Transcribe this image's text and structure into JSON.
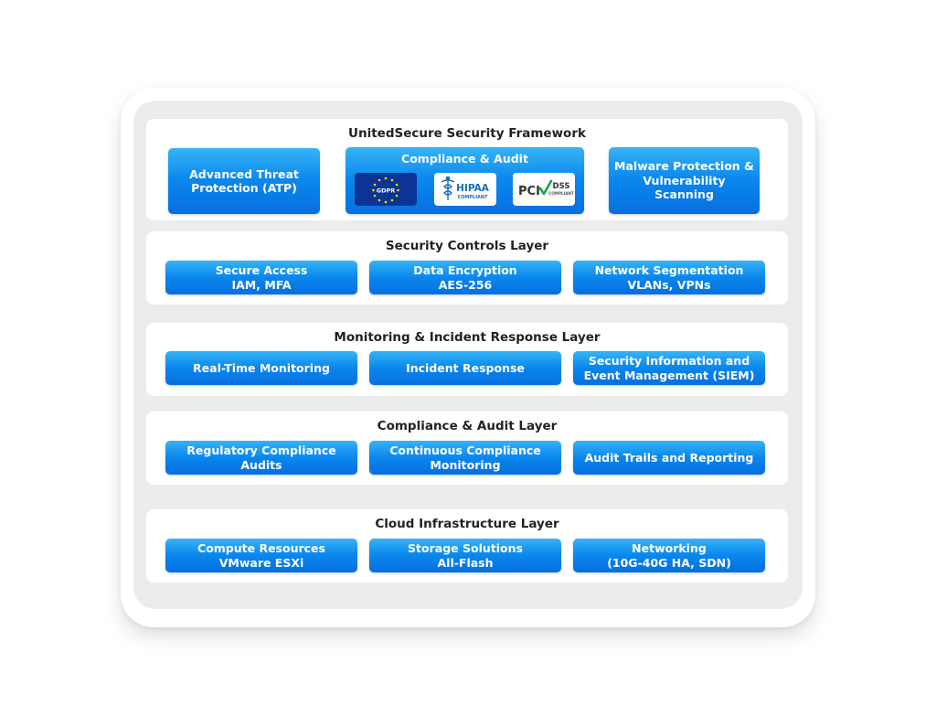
{
  "framework": {
    "title": "UnitedSecure Security Framework",
    "atp": [
      "Advanced Threat",
      "Protection (ATP)"
    ],
    "compliance_title": "Compliance & Audit",
    "logos": {
      "gdpr": "GDPR",
      "hipaa": "HIPAA",
      "hipaa_sub": "COMPLIANT",
      "pci": "PCI",
      "pci_dss": "DSS",
      "pci_sub": "COMPLIANT"
    },
    "malware": [
      "Malware Protection &",
      "Vulnerability",
      "Scanning"
    ]
  },
  "layers": [
    {
      "title": "Security Controls Layer",
      "boxes": [
        [
          "Secure Access",
          "IAM, MFA"
        ],
        [
          "Data Encryption",
          "AES-256"
        ],
        [
          "Network Segmentation",
          "VLANs, VPNs"
        ]
      ]
    },
    {
      "title": "Monitoring & Incident Response Layer",
      "boxes": [
        [
          "Real-Time Monitoring"
        ],
        [
          "Incident Response"
        ],
        [
          "Security Information and",
          "Event Management (SIEM)"
        ]
      ]
    },
    {
      "title": "Compliance & Audit Layer",
      "boxes": [
        [
          "Regulatory Compliance",
          "Audits"
        ],
        [
          "Continuous Compliance",
          "Monitoring"
        ],
        [
          "Audit Trails and Reporting"
        ]
      ]
    },
    {
      "title": "Cloud Infrastructure Layer",
      "boxes": [
        [
          "Compute Resources",
          "VMware ESXi"
        ],
        [
          "Storage Solutions",
          "All-Flash"
        ],
        [
          "Networking",
          "(10G-40G HA, SDN)"
        ]
      ]
    }
  ],
  "colors": {
    "box_top": "#35b4f7",
    "box_bottom": "#066fe0",
    "panel": "#ffffff",
    "frame": "#ececec",
    "gdpr_blue": "#0b3494",
    "gdpr_stars": "#ffd200",
    "hipaa_blue": "#1a6fb5",
    "pci_green": "#1aa54a"
  },
  "icons": [
    "gdpr-logo",
    "hipaa-logo",
    "pci-dss-logo",
    "caduceus-icon",
    "checkmark-icon"
  ]
}
